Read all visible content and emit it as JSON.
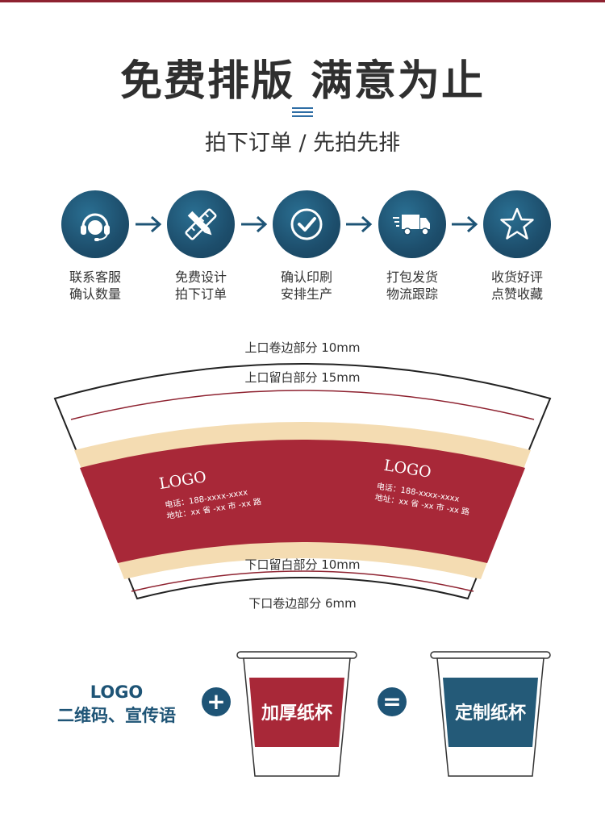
{
  "header": {
    "title": "免费排版 满意为止",
    "subtitle": "拍下订单 / 先拍先排"
  },
  "steps": [
    {
      "icon": "headset-icon",
      "line1": "联系客服",
      "line2": "确认数量"
    },
    {
      "icon": "pencil-ruler-icon",
      "line1": "免费设计",
      "line2": "拍下订单"
    },
    {
      "icon": "check-circle-icon",
      "line1": "确认印刷",
      "line2": "安排生产"
    },
    {
      "icon": "delivery-truck-icon",
      "line1": "打包发货",
      "line2": "物流跟踪"
    },
    {
      "icon": "star-icon",
      "line1": "收货好评",
      "line2": "点赞收藏"
    }
  ],
  "diagram": {
    "top_curl": "上口卷边部分 10mm",
    "top_blank": "上口留白部分 15mm",
    "bottom_blank": "下口留白部分 10mm",
    "bottom_curl": "下口卷边部分 6mm",
    "left_print": {
      "logo": "LOGO",
      "phone": "电话：188-xxxx-xxxx",
      "address": "地址：xx 省 -xx 市 -xx 路"
    },
    "right_print": {
      "logo": "LOGO",
      "phone": "电话：188-xxxx-xxxx",
      "address": "地址：xx 省 -xx 市 -xx 路"
    }
  },
  "equation": {
    "left_line1": "LOGO",
    "left_line2": "二维码、宣传语",
    "plus": "+",
    "cup1_text": "加厚纸杯",
    "equals": "=",
    "cup2_text": "定制纸杯"
  },
  "colors": {
    "accent_blue": "#1e5476",
    "cup_red": "#a82838",
    "cup_beige": "#f4dcb2",
    "cup_teal": "#245a78"
  }
}
